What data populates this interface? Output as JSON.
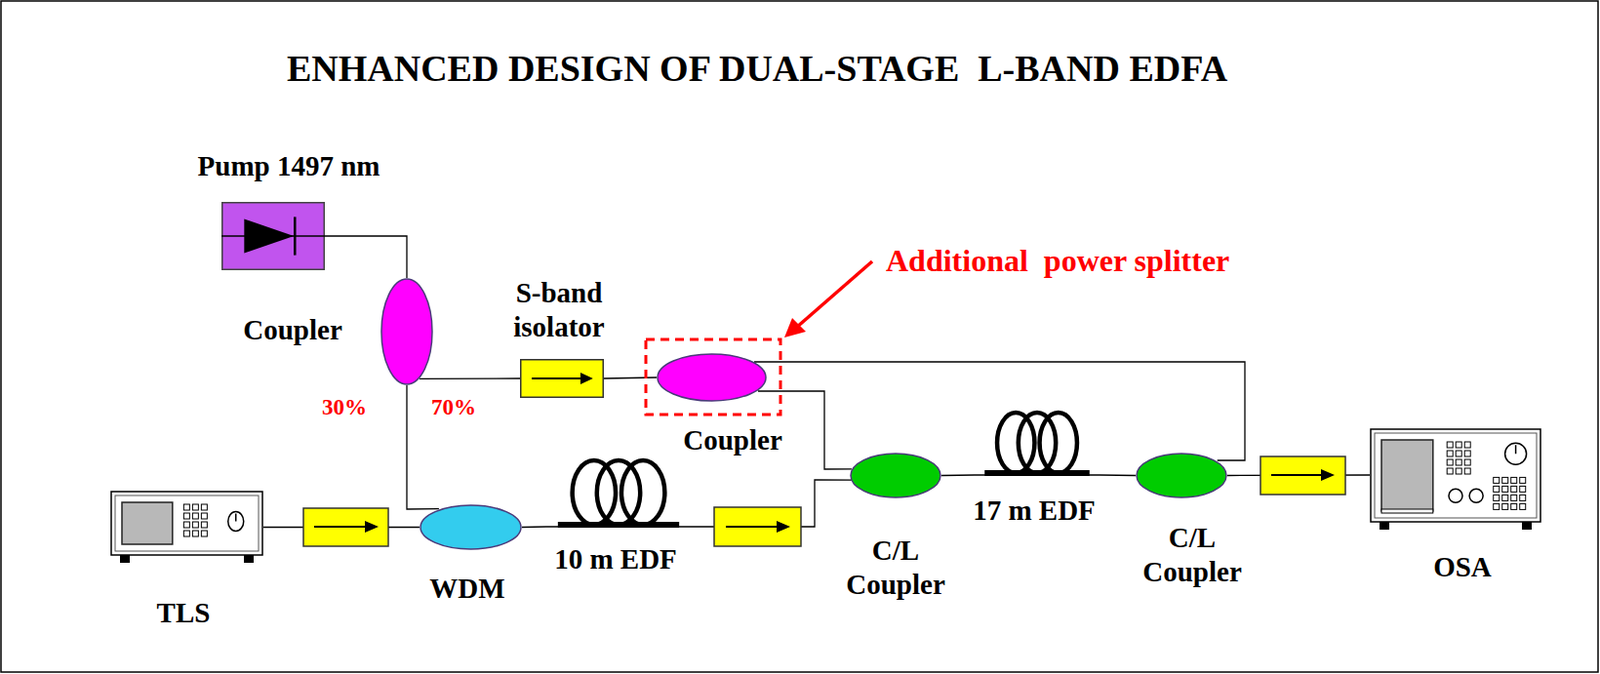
{
  "diagram": {
    "title": "ENHANCED DESIGN OF DUAL-STAGE  L-BAND EDFA",
    "nodes": [
      {
        "text": [
          "Pump 1497 nm"
        ]
      },
      {
        "text": [
          "Coupler"
        ]
      },
      {
        "text": [
          "S-band isolator"
        ]
      },
      {
        "text": [
          "Coupler"
        ]
      },
      {
        "text": [
          "TLS"
        ]
      },
      {
        "text": [
          "WDM"
        ]
      },
      {
        "text": [
          "10 m EDF"
        ]
      },
      {
        "text": [
          "C/L Coupler"
        ]
      },
      {
        "text": [
          "17 m EDF"
        ]
      },
      {
        "text": [
          "C/L Coupler"
        ]
      },
      {
        "text": [
          "OSA"
        ]
      }
    ],
    "edges": [
      {
        "from": 0,
        "to": 1,
        "arrow": "none"
      },
      {
        "from": 1,
        "to": 2,
        "arrow": "none"
      },
      {
        "from": 1,
        "to": 5,
        "arrow": "none"
      },
      {
        "from": 2,
        "to": 3,
        "arrow": "none"
      },
      {
        "from": 3,
        "to": 7,
        "arrow": "none"
      },
      {
        "from": 3,
        "to": 9,
        "arrow": "none"
      },
      {
        "from": 4,
        "to": 5,
        "arrow": "none"
      },
      {
        "from": 5,
        "to": 6,
        "arrow": "none"
      },
      {
        "from": 6,
        "to": 7,
        "arrow": "none"
      },
      {
        "from": 7,
        "to": 8,
        "arrow": "none"
      },
      {
        "from": 8,
        "to": 9,
        "arrow": "none"
      },
      {
        "from": 9,
        "to": 10,
        "arrow": "none"
      }
    ],
    "labels": [
      "Additional  power splitter",
      "30%",
      "70%"
    ]
  }
}
